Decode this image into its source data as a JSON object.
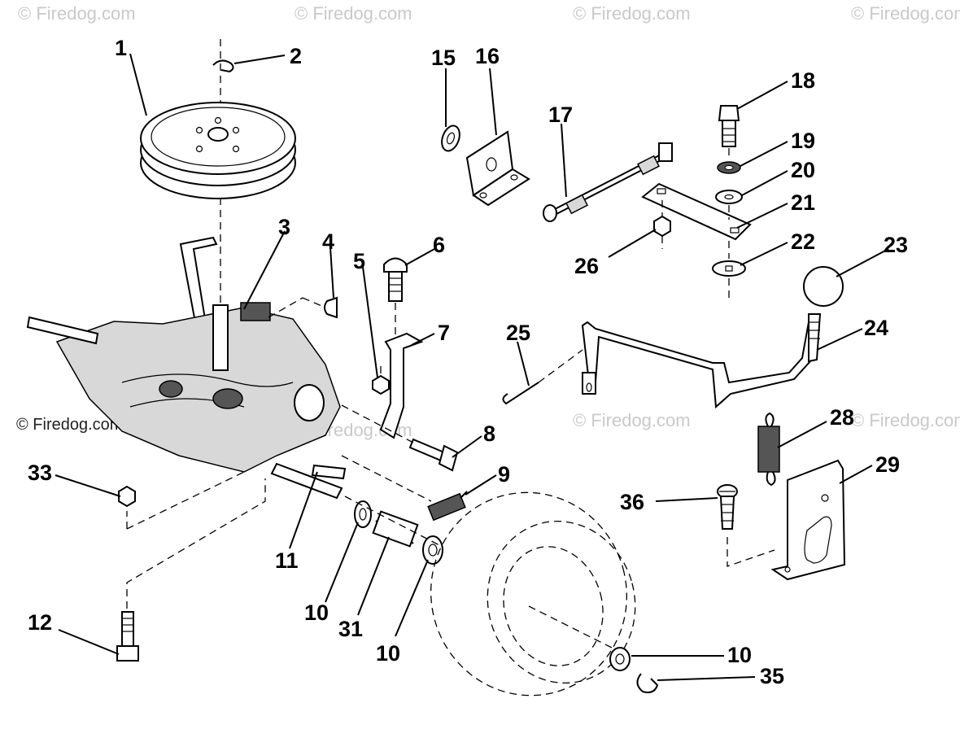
{
  "watermark": "© Firedog.com",
  "labels": [
    {
      "id": "1",
      "text": "1"
    },
    {
      "id": "2",
      "text": "2"
    },
    {
      "id": "3",
      "text": "3"
    },
    {
      "id": "4",
      "text": "4"
    },
    {
      "id": "5",
      "text": "5"
    },
    {
      "id": "6",
      "text": "6"
    },
    {
      "id": "7",
      "text": "7"
    },
    {
      "id": "8",
      "text": "8"
    },
    {
      "id": "9",
      "text": "9"
    },
    {
      "id": "10a",
      "text": "10"
    },
    {
      "id": "10b",
      "text": "10"
    },
    {
      "id": "10c",
      "text": "10"
    },
    {
      "id": "11",
      "text": "11"
    },
    {
      "id": "12",
      "text": "12"
    },
    {
      "id": "15",
      "text": "15"
    },
    {
      "id": "16",
      "text": "16"
    },
    {
      "id": "17",
      "text": "17"
    },
    {
      "id": "18",
      "text": "18"
    },
    {
      "id": "19",
      "text": "19"
    },
    {
      "id": "20",
      "text": "20"
    },
    {
      "id": "21",
      "text": "21"
    },
    {
      "id": "22",
      "text": "22"
    },
    {
      "id": "23",
      "text": "23"
    },
    {
      "id": "24",
      "text": "24"
    },
    {
      "id": "25",
      "text": "25"
    },
    {
      "id": "26",
      "text": "26"
    },
    {
      "id": "28",
      "text": "28"
    },
    {
      "id": "29",
      "text": "29"
    },
    {
      "id": "31",
      "text": "31"
    },
    {
      "id": "33",
      "text": "33"
    },
    {
      "id": "35",
      "text": "35"
    },
    {
      "id": "36",
      "text": "36"
    }
  ]
}
